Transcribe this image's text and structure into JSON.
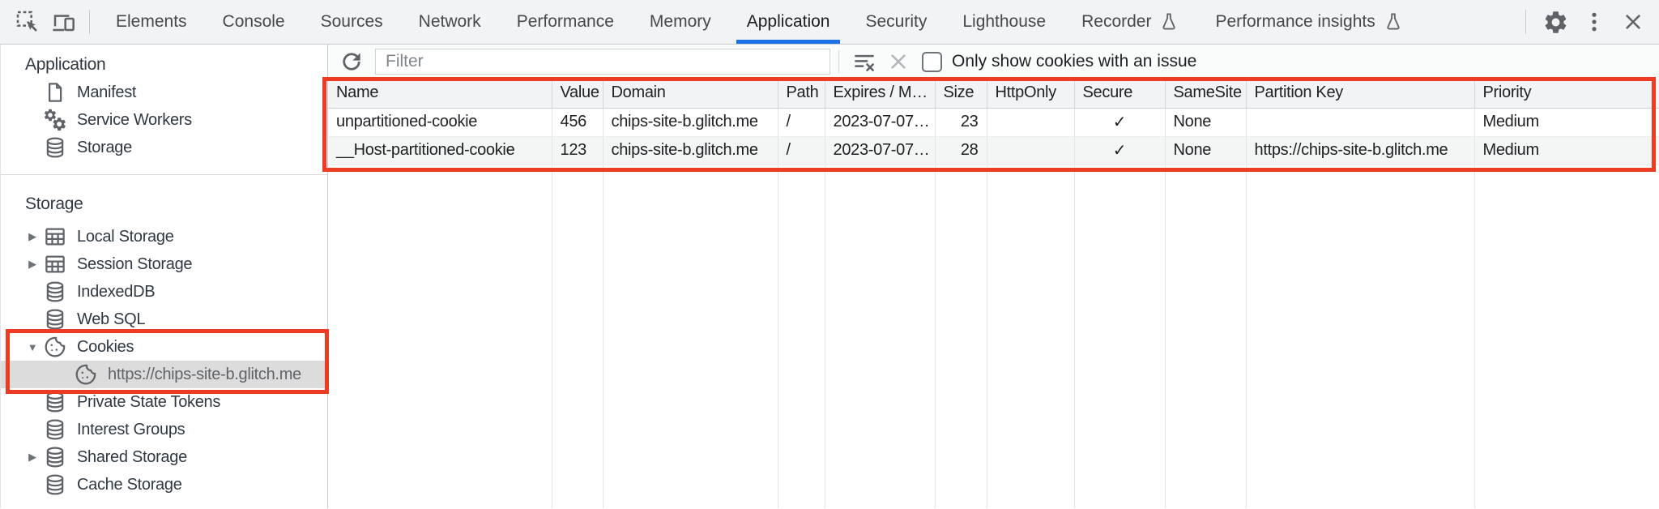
{
  "topbar": {
    "tabs": [
      {
        "label": "Elements"
      },
      {
        "label": "Console"
      },
      {
        "label": "Sources"
      },
      {
        "label": "Network"
      },
      {
        "label": "Performance"
      },
      {
        "label": "Memory"
      },
      {
        "label": "Application",
        "active": true
      },
      {
        "label": "Security"
      },
      {
        "label": "Lighthouse"
      },
      {
        "label": "Recorder",
        "experimental": true
      },
      {
        "label": "Performance insights",
        "experimental": true
      }
    ],
    "active_tab": "Application"
  },
  "sidebar": {
    "app_section": {
      "title": "Application",
      "items": [
        {
          "label": "Manifest",
          "icon": "document-icon"
        },
        {
          "label": "Service Workers",
          "icon": "gears-icon"
        },
        {
          "label": "Storage",
          "icon": "database-icon"
        }
      ]
    },
    "storage_section": {
      "title": "Storage",
      "items": [
        {
          "label": "Local Storage",
          "icon": "table-icon",
          "expandable": true,
          "expanded": false
        },
        {
          "label": "Session Storage",
          "icon": "table-icon",
          "expandable": true,
          "expanded": false
        },
        {
          "label": "IndexedDB",
          "icon": "database-icon"
        },
        {
          "label": "Web SQL",
          "icon": "database-icon"
        },
        {
          "label": "Cookies",
          "icon": "cookie-icon",
          "expandable": true,
          "expanded": true,
          "highlighted": true,
          "children": [
            {
              "label": "https://chips-site-b.glitch.me",
              "icon": "cookie-icon",
              "selected": true
            }
          ]
        },
        {
          "label": "Private State Tokens",
          "icon": "database-icon"
        },
        {
          "label": "Interest Groups",
          "icon": "database-icon"
        },
        {
          "label": "Shared Storage",
          "icon": "database-icon",
          "expandable": true,
          "expanded": false
        },
        {
          "label": "Cache Storage",
          "icon": "database-icon"
        }
      ]
    }
  },
  "toolbar": {
    "filter_placeholder": "Filter",
    "filter_value": "",
    "only_issues_label": "Only show cookies with an issue",
    "only_issues_checked": false
  },
  "cookie_table": {
    "columns": [
      "Name",
      "Value",
      "Domain",
      "Path",
      "Expires / M…",
      "Size",
      "HttpOnly",
      "Secure",
      "SameSite",
      "Partition Key",
      "Priority"
    ],
    "rows": [
      {
        "cells": [
          "unpartitioned-cookie",
          "456",
          "chips-site-b.glitch.me",
          "/",
          "2023-07-07…",
          "23",
          "",
          "✓",
          "None",
          "",
          "Medium"
        ]
      },
      {
        "cells": [
          "__Host-partitioned-cookie",
          "123",
          "chips-site-b.glitch.me",
          "/",
          "2023-07-07…",
          "28",
          "",
          "✓",
          "None",
          "https://chips-site-b.glitch.me",
          "Medium"
        ]
      }
    ]
  },
  "colors": {
    "accent_blue": "#1a73e8",
    "annotation_red": "#ee3b23",
    "selected_item_bg": "#dcdcdc",
    "icon_gray": "#5f6368",
    "header_bg": "#f1f3f4"
  }
}
